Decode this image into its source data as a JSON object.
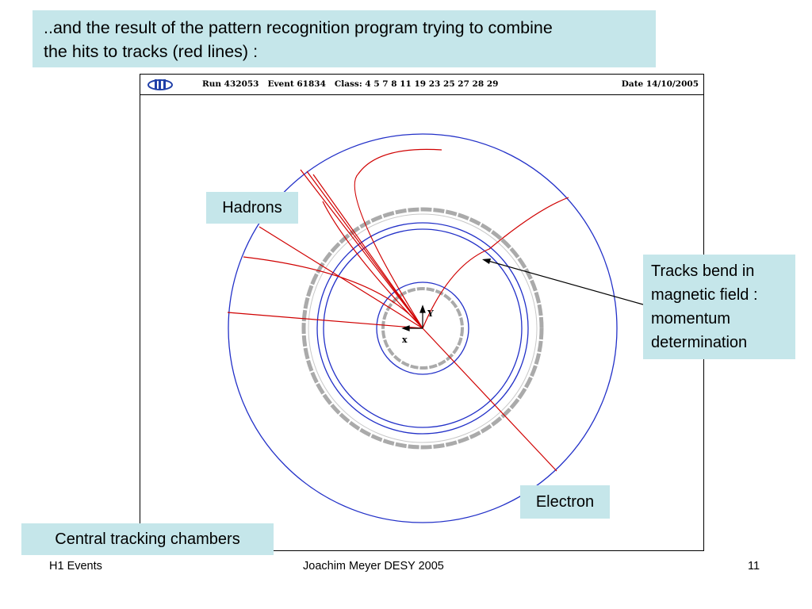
{
  "slide": {
    "title_line1": "..and the result of the pattern recognition program trying to combine",
    "title_line2": "the hits to tracks (red lines) :"
  },
  "event_display": {
    "run_info": "Run 432053   Event 61834   Class: 4 5 7 8 11 19 23 25 27 28 29",
    "date": "Date 14/10/2005",
    "axis_y_label": "Y",
    "axis_x_label": "x",
    "colors": {
      "tracks": "#d00000",
      "chambers": "#2230c8",
      "detector_frame": "#aaaaaa"
    }
  },
  "annotations": {
    "hadrons": "Hadrons",
    "tracks_line1": "Tracks bend in",
    "tracks_line2": "magnetic field :",
    "tracks_line3": "momentum",
    "tracks_line4": "determination",
    "electron": "Electron",
    "chambers": "Central tracking chambers",
    "box_color": "#c5e6ea"
  },
  "footer": {
    "left": "H1 Events",
    "center": "Joachim Meyer  DESY  2005",
    "right": "11"
  }
}
